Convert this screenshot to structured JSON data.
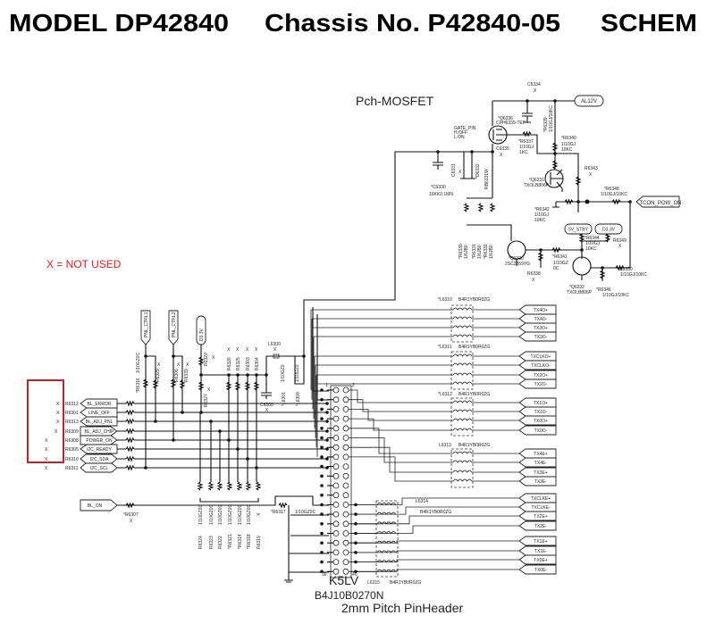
{
  "title": {
    "model": "MODEL DP42840",
    "chassis": "Chassis No. P42840-05",
    "schem": "SCHEM"
  },
  "notes": {
    "pch_mosfet": "Pch-MOSFET",
    "not_used": "X = NOT USED",
    "not_used_color": "#d42020",
    "box_color": "#c8202a"
  },
  "x_mark": "X",
  "left_connector": {
    "rows": [
      {
        "ref": "R6312",
        "signal": "BL_ERROR",
        "dir": "in"
      },
      {
        "ref": "R6301",
        "signal": "LINE_OFF",
        "dir": "in"
      },
      {
        "ref": "R6313",
        "signal": "BL_ADJ_PNL",
        "dir": "in"
      },
      {
        "ref": "R6309",
        "signal": "BL_ADJ_CHIP",
        "dir": "out"
      },
      {
        "ref": "R6308",
        "signal": "POWER_ON",
        "dir": "out"
      },
      {
        "ref": "R6305",
        "signal": "I2C_READY",
        "dir": "in"
      },
      {
        "ref": "R6310",
        "signal": "I2C_SDA",
        "dir": "bidir"
      },
      {
        "ref": "R6311",
        "signal": "I2C_SCL",
        "dir": "bidir"
      }
    ]
  },
  "top_tags": [
    "PNL_CTRL1",
    "PNL_CTRL2",
    "D3.3V"
  ],
  "left_parts": {
    "r6316": "*R6316",
    "r6316_val": "1/10GZ0C",
    "r6329": "R6329",
    "r6306": "R6306",
    "r6339b": "R6339",
    "r6320": "R6320",
    "r6327": "R6327",
    "r6326": "R6326",
    "r6325": "R6325",
    "r6303": "R6303",
    "r6304": "R6304",
    "l6300": "L6300",
    "c6300": "C6300",
    "l6301": "*L6301",
    "l6308": "*L6308",
    "l_val": "1/10GZ0"
  },
  "bottom_bank": {
    "refs": [
      "R6324",
      "R6323",
      "R6322",
      "*R6321",
      "*R6314",
      "*R6318",
      "R6319"
    ],
    "values": [
      "1/10GZ0C",
      "1/10GZ0C",
      "1/10GZ0C",
      "1/10GZ0C",
      "1/10GZ0C",
      "1/10GZ0C",
      "X"
    ]
  },
  "bl_on": {
    "signal": "BL_ON",
    "ref": "*R6307",
    "r6317": "*R6317",
    "r6317_val": "1/10GZ0C"
  },
  "header": {
    "name": "K5LV",
    "part": "B4J10B0270N",
    "desc": "2mm Pitch PinHeader",
    "pin_first": "1",
    "pin_second": "2",
    "pin_last_left": "39",
    "pin_last_right": "40"
  },
  "lvds": {
    "filters": [
      {
        "ref": "*L6310",
        "part": "B4R1YB0R0ZG"
      },
      {
        "ref": "*L6311",
        "part": "B4R1YB0R0ZG"
      },
      {
        "ref": "*L6312",
        "part": "B4R1YB0R0ZG"
      },
      {
        "ref": "L6313",
        "part": "B4R1YB0R0ZG"
      },
      {
        "ref": "L6314",
        "part": "B4R1YB0R0ZG"
      },
      {
        "ref": "L6315",
        "part": "B4R1YB0R0ZG"
      }
    ],
    "signals": [
      "TX4O+",
      "TX4O-",
      "TX3O+",
      "TX3O-",
      "TXCLKO+",
      "TXCLKO-",
      "TX2O+",
      "TX2O-",
      "TX1O+",
      "TX1O-",
      "TX0O+",
      "TX0O-",
      "TX4E+",
      "TX4E-",
      "TX3E+",
      "TX3E-",
      "TXCLKE+",
      "TXCLKE-",
      "TX2E+",
      "TX2E-",
      "TX1E+",
      "TX1E-",
      "TX0E+",
      "TX0E-"
    ]
  },
  "power": {
    "c6334": "C6334",
    "rail_tag": "AL12V",
    "q6336": "*Q6336",
    "q6336_part": "CPH6339-TEP",
    "gate1": "GATE_PIN",
    "gate2": "H:OFF",
    "gate3": "L:ON",
    "c6335": "C6335",
    "r6337": "*R6337",
    "r6337_v1": "1/10GJ",
    "r6337_v2": "1KC",
    "r6339": "*R6339",
    "r6339_val": "1/10GJ/10KC",
    "r6340": "*R6340",
    "r6340_v1": "1/10GJ",
    "r6340_v2": "10KC",
    "r6343": "R6343",
    "q6331": "*Q6331",
    "q6331_part": "TXOLB806P",
    "r6348": "*R6348",
    "r6348_val": "1/10GJ/10KC",
    "r6342": "*R6342",
    "r6342_v1": "1/10GJ",
    "r6342_v2": "10KC",
    "c6331": "C6331",
    "d6332": "*D6332",
    "d6332_part": "RB6331W",
    "c6330": "*C6330",
    "c6330_val": "16KK0.1MN",
    "r_bank": [
      "*R6330",
      "*R6331",
      "*R6332"
    ],
    "r_bank_val": "1/6JB0",
    "q6330": "*Q6330",
    "q6330_part": "2SC2859YG",
    "r6341": "*R6341",
    "r6341_v1": "1/10GZ",
    "r6341_v2": "0C",
    "r6338": "R6338",
    "stby": "5V_STBY",
    "d33": "D3.3V",
    "r6344": "*R6344",
    "r6344_v1": "1/10GJ",
    "r6344_v2": "10KC",
    "r6349": "R6349",
    "q6332": "*Q6332",
    "q6332_part": "TXOLB806P",
    "r6346": "*R6346",
    "r6346_val": "1/10GJ/10KC",
    "r6350": "*R6350",
    "r6350_val": "1/10GJ/10KC",
    "tcon": "TCON_POW_ON"
  }
}
